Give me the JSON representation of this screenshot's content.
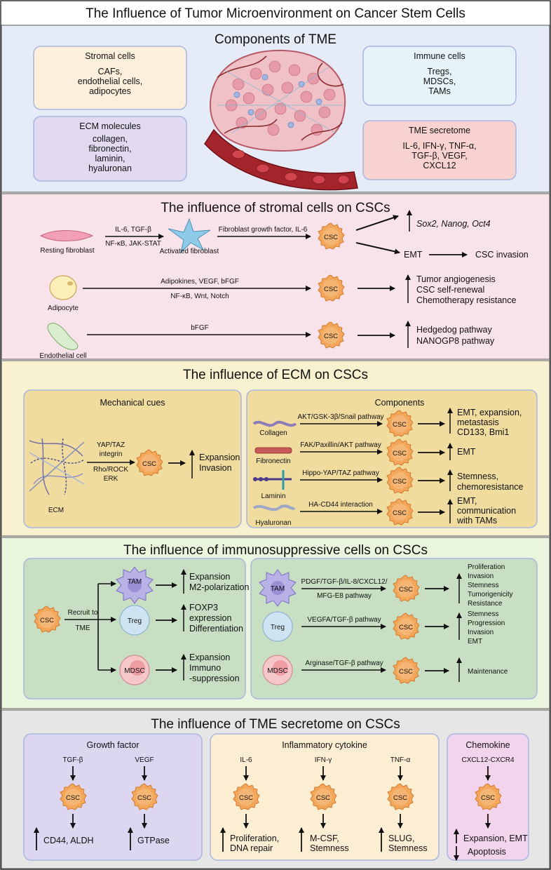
{
  "title": "The Influence of Tumor Microenvironment on Cancer Stem Cells",
  "colors": {
    "tme_bg": "#e6ecf7",
    "stromal_bg": "#f9e3ea",
    "ecm_bg": "#f7f1cf",
    "immune_bg": "#e9f5dd",
    "secretome_bg": "#e6e6e6",
    "csc_fill": "#f3a75a",
    "csc_stroke": "#d6792c"
  },
  "tme": {
    "heading": "Components of TME",
    "stromal": {
      "title": "Stromal cells",
      "lines": [
        "CAFs,",
        "endothelial cells,",
        "adipocytes"
      ]
    },
    "ecm": {
      "title": "ECM molecules",
      "lines": [
        "collagen,",
        "fibronectin,",
        "laminin,",
        "hyaluronan"
      ]
    },
    "immune": {
      "title": "Immune cells",
      "lines": [
        "Tregs,",
        "MDSCs,",
        "TAMs"
      ]
    },
    "secretome": {
      "title": "TME secretome",
      "lines": [
        "IL-6, IFN-γ, TNF-α,",
        "TGF-β, VEGF,",
        "CXCL12"
      ]
    }
  },
  "stromal": {
    "heading": "The influence of stromal cells on CSCs",
    "resting_label": "Resting fibroblast",
    "activated_label": "Activated fibroblast",
    "arrow1_top": "IL-6, TGF-β",
    "arrow1_bottom": "NF-κB, JAK-STAT",
    "arrow2_top": "Fibroblast growth factor, IL-6",
    "out1": "Sox2, Nanog, Oct4",
    "emt": "EMT",
    "invasion": "CSC invasion",
    "adipocyte_label": "Adipocyte",
    "adipo_top": "Adipokines, VEGF, bFGF",
    "adipo_bottom": "NF-κB, Wnt, Notch",
    "adipo_out": [
      "Tumor angiogenesis",
      "CSC self-renewal",
      "Chemotherapy resistance"
    ],
    "endo_label": "Endothelial cell",
    "endo_top": "bFGF",
    "endo_out": [
      "Hedgedog pathway",
      "NANOGP8 pathway"
    ]
  },
  "ecm": {
    "heading": "The influence of ECM on CSCs",
    "mech_title": "Mechanical cues",
    "mech_top": [
      "YAP/TAZ",
      "integrin"
    ],
    "mech_bottom": [
      "Rho/ROCK",
      "ERK"
    ],
    "ecm_label": "ECM",
    "mech_out": [
      "Expansion",
      "Invasion"
    ],
    "comp_title": "Components",
    "rows": [
      {
        "label": "Collagen",
        "pathway": "AKT/GSK-3β/Snail pathway",
        "out": [
          "EMT, expansion,",
          "metastasis",
          "CD133, Bmi1"
        ]
      },
      {
        "label": "Fibronectin",
        "pathway": "FAK/Paxillin/AKT pathway",
        "out": [
          "EMT"
        ]
      },
      {
        "label": "Laminin",
        "pathway": "Hippo-YAP/TAZ pathway",
        "out": [
          "Stemness,",
          "chemoresistance"
        ]
      },
      {
        "label": "Hyaluronan",
        "pathway": "HA-CD44 interaction",
        "out": [
          "EMT,",
          "communication",
          "with TAMs"
        ]
      }
    ]
  },
  "immune": {
    "heading": "The influence of immunosuppressive cells on CSCs",
    "recruit": [
      "Recruit to",
      "TME"
    ],
    "left": [
      {
        "cell": "TAM",
        "out": [
          "Expansion",
          "M2-polarization"
        ]
      },
      {
        "cell": "Treg",
        "out": [
          "FOXP3",
          "expression",
          "Differentiation"
        ]
      },
      {
        "cell": "MDSC",
        "out": [
          "Expansion",
          "Immuno",
          "-suppression"
        ]
      }
    ],
    "right": [
      {
        "cell": "TAM",
        "pathway": [
          "PDGF/TGF-β/IL-8/CXCL12/",
          "MFG-E8 pathway"
        ],
        "out": [
          "Proliferation",
          "Invasion",
          "Stemness",
          "Tumorigenicity",
          "Resistance"
        ]
      },
      {
        "cell": "Treg",
        "pathway": [
          "VEGFA/TGF-β pathway"
        ],
        "out": [
          "Stemness",
          "Progression",
          "Invasion",
          "EMT"
        ]
      },
      {
        "cell": "MDSC",
        "pathway": [
          "Arginase/TGF-β pathway"
        ],
        "out": [
          "Maintenance"
        ]
      }
    ]
  },
  "secretome": {
    "heading": "The influence of TME secretome on CSCs",
    "gf_title": "Growth factor",
    "gf": [
      {
        "in": "TGF-β",
        "out": "CD44, ALDH"
      },
      {
        "in": "VEGF",
        "out": "GTPase"
      }
    ],
    "ic_title": "Inflammatory cytokine",
    "ic": [
      {
        "in": "IL-6",
        "out": [
          "Proliferation,",
          "DNA repair"
        ]
      },
      {
        "in": "IFN-γ",
        "out": [
          "M-CSF,",
          "Stemness"
        ]
      },
      {
        "in": "TNF-α",
        "out": [
          "SLUG,",
          "Stemness"
        ]
      }
    ],
    "ck_title": "Chemokine",
    "ck_in": "CXCL12-CXCR4",
    "ck_up": "Expansion, EMT",
    "ck_down": "Apoptosis"
  },
  "csc_label": "CSC"
}
